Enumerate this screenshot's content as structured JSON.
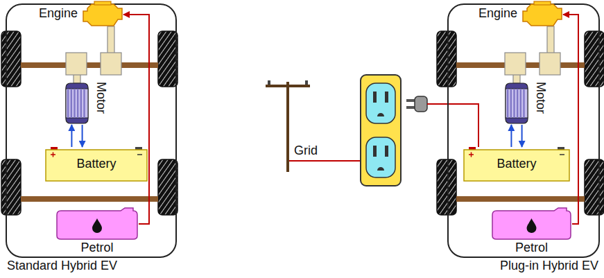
{
  "diagram": {
    "nodes": [
      {
        "text": [
          "Standard Hybrid EV"
        ]
      },
      {
        "text": [
          "Engine"
        ],
        "in": 0
      },
      {
        "text": [
          "Motor"
        ],
        "in": 0
      },
      {
        "text": [
          "Battery"
        ],
        "in": 0
      },
      {
        "text": [
          "Petrol"
        ],
        "in": 0
      },
      {
        "text": [
          "Plug-in Hybrid EV"
        ]
      },
      {
        "text": [
          "Engine"
        ],
        "in": 5
      },
      {
        "text": [
          "Motor"
        ],
        "in": 5
      },
      {
        "text": [
          "Battery"
        ],
        "in": 5
      },
      {
        "text": [
          "Petrol"
        ],
        "in": 5
      }
    ],
    "edges": [
      {
        "from": 3,
        "to": 2,
        "arrow": "to"
      },
      {
        "from": 2,
        "to": 3,
        "arrow": "to"
      },
      {
        "from": 4,
        "to": 1,
        "arrow": "to"
      },
      {
        "from": 8,
        "to": 7,
        "arrow": "to"
      },
      {
        "from": 7,
        "to": 8,
        "arrow": "to"
      },
      {
        "from": 9,
        "to": 6,
        "arrow": "to"
      }
    ],
    "labels": [
      "Grid"
    ]
  }
}
